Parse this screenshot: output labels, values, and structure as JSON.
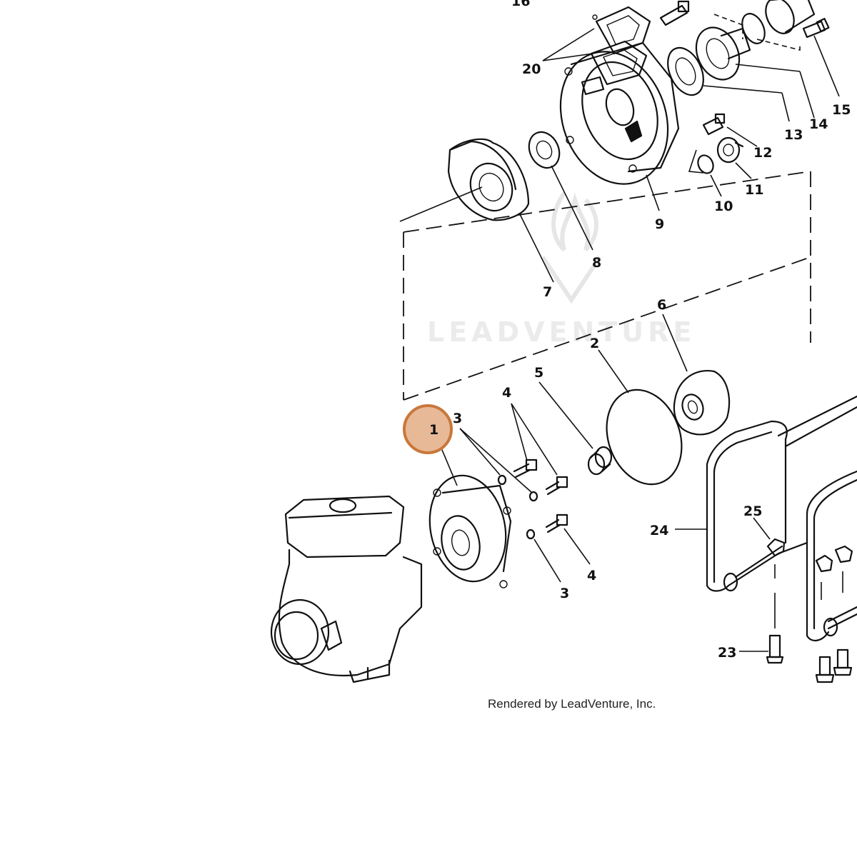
{
  "watermark": {
    "text": "LEADVENTURE"
  },
  "credit": "Rendered by LeadVenture, Inc.",
  "selected_part": "1",
  "highlight_color": "#e8b997",
  "callouts": {
    "c1": "1",
    "c2": "2",
    "c3a": "3",
    "c3b": "3",
    "c4a": "4",
    "c4b": "4",
    "c5": "5",
    "c6": "6",
    "c7": "7",
    "c8": "8",
    "c9": "9",
    "c10": "10",
    "c11": "11",
    "c12": "12",
    "c13": "13",
    "c14": "14",
    "c15": "15",
    "c16": "16",
    "c20": "20",
    "c23": "23",
    "c24": "24",
    "c25": "25"
  }
}
